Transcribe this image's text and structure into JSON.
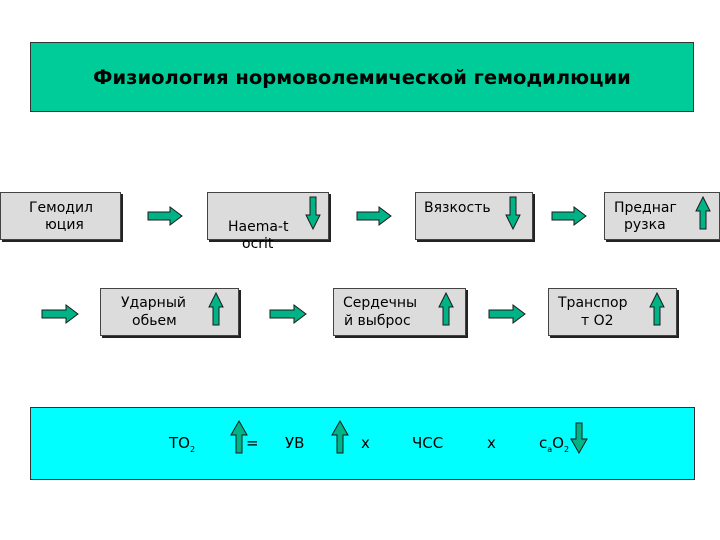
{
  "title": "Физиология нормоволемической гемодилюции",
  "row1": [
    {
      "line1": "Гемодил",
      "line2": "юция"
    },
    {
      "line1": "Haema-t",
      "line2": "ocrit"
    },
    {
      "line1": "Вязкость"
    },
    {
      "line1": "Преднаг",
      "line2": "рузка"
    }
  ],
  "row2": [
    {
      "line1": "Ударный",
      "line2": "обьем"
    },
    {
      "line1": "Сердечны",
      "line2": "й выброс"
    },
    {
      "line1": "Транспор",
      "line2": "т О2"
    }
  ],
  "formula": {
    "to": "TO",
    "to_sub": "2",
    "eq": "=",
    "uv": "УВ",
    "x1": "x",
    "chss": "ЧСС",
    "x2": "x",
    "ca_c": "c",
    "ca_sub": "a",
    "o": "O",
    "o_sub": "2"
  },
  "colors": {
    "title_bg": "#00cc99",
    "arrow_fill": "#00b386",
    "formula_bg": "#00ffff",
    "box_bg": "#dcdcdc"
  }
}
